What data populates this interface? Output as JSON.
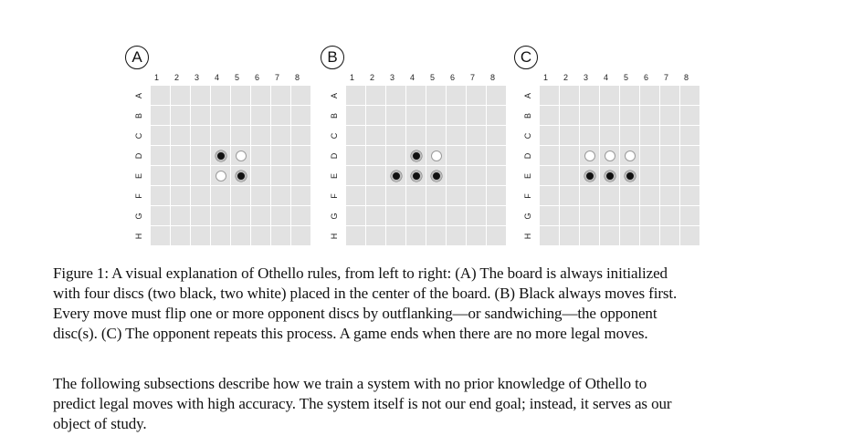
{
  "figure": {
    "column_labels": [
      "1",
      "2",
      "3",
      "4",
      "5",
      "6",
      "7",
      "8"
    ],
    "row_labels": [
      "A",
      "B",
      "C",
      "D",
      "E",
      "F",
      "G",
      "H"
    ],
    "panels": [
      {
        "label": "A",
        "discs": [
          {
            "row": "D",
            "col": 4,
            "color": "black"
          },
          {
            "row": "D",
            "col": 5,
            "color": "white"
          },
          {
            "row": "E",
            "col": 4,
            "color": "white"
          },
          {
            "row": "E",
            "col": 5,
            "color": "black"
          }
        ]
      },
      {
        "label": "B",
        "discs": [
          {
            "row": "D",
            "col": 4,
            "color": "black"
          },
          {
            "row": "D",
            "col": 5,
            "color": "white"
          },
          {
            "row": "E",
            "col": 3,
            "color": "black"
          },
          {
            "row": "E",
            "col": 4,
            "color": "black"
          },
          {
            "row": "E",
            "col": 5,
            "color": "black"
          }
        ]
      },
      {
        "label": "C",
        "discs": [
          {
            "row": "D",
            "col": 3,
            "color": "white"
          },
          {
            "row": "D",
            "col": 4,
            "color": "white"
          },
          {
            "row": "D",
            "col": 5,
            "color": "white"
          },
          {
            "row": "E",
            "col": 3,
            "color": "black"
          },
          {
            "row": "E",
            "col": 4,
            "color": "black"
          },
          {
            "row": "E",
            "col": 5,
            "color": "black"
          }
        ]
      }
    ]
  },
  "caption": {
    "lines": [
      "Figure 1: A visual explanation of Othello rules, from left to right: (A) The board is always initialized",
      "with four discs (two black, two white) placed in the center of the board. (B) Black always moves first.",
      "Every move must flip one or more opponent discs by outflanking—or sandwiching—the opponent",
      "disc(s). (C) The opponent repeats this process. A game ends when there are no more legal moves."
    ]
  },
  "body": {
    "lines": [
      "The following subsections describe how we train a system with no prior knowledge of Othello to",
      "predict legal moves with high accuracy. The system itself is not our end goal; instead, it serves as our",
      "object of study."
    ]
  }
}
